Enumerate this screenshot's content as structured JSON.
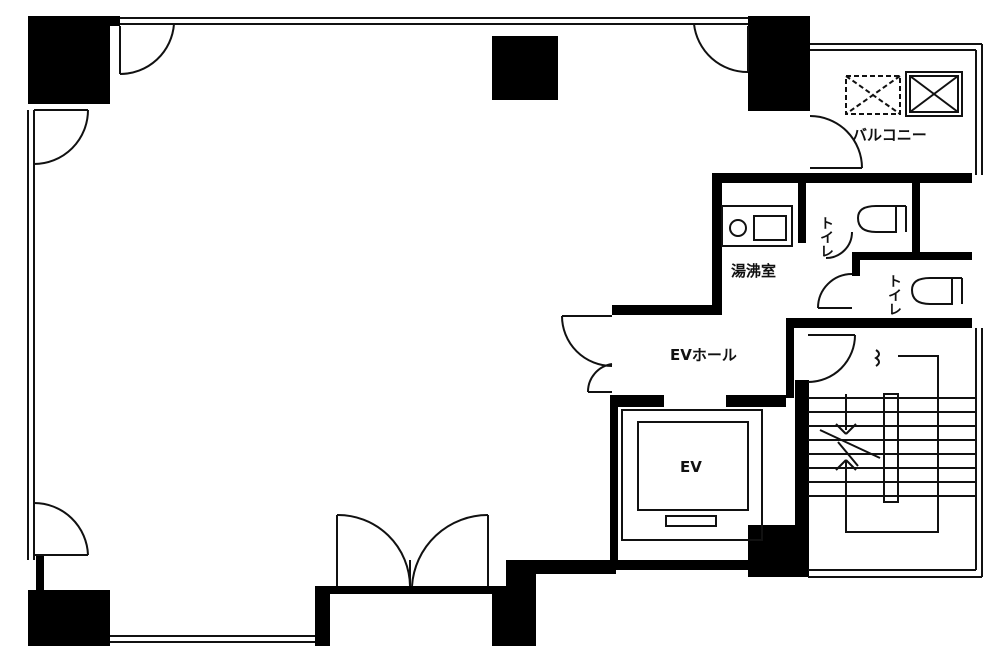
{
  "labels": {
    "balcony": "バルコニー",
    "toilet_1": "トイレ",
    "toilet_2": "トイレ",
    "kitchenette": "湯沸室",
    "ev_hall": "EVホール",
    "ev": "EV"
  },
  "colors": {
    "wall": "#000000",
    "line": "#111111",
    "background": "#ffffff"
  }
}
